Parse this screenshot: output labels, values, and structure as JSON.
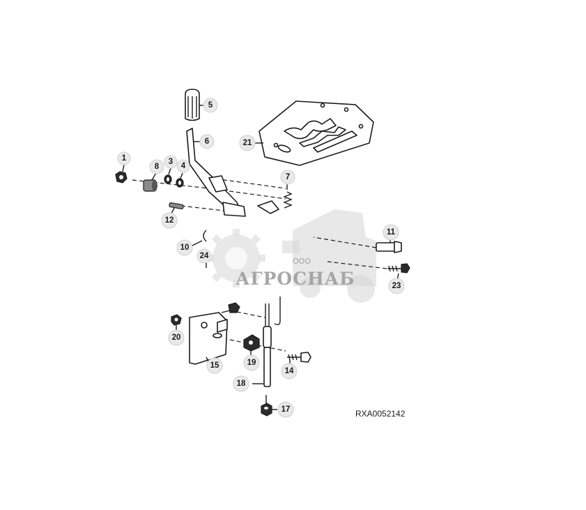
{
  "diagram": {
    "reference_code": "RXA0052142",
    "callouts": [
      "1",
      "3",
      "4",
      "5",
      "6",
      "7",
      "8",
      "10",
      "11",
      "12",
      "14",
      "15",
      "17",
      "18",
      "19",
      "20",
      "21",
      "23",
      "24"
    ]
  },
  "watermark": {
    "company_prefix": "ООО",
    "company_name": "АГРОСНАБ"
  }
}
